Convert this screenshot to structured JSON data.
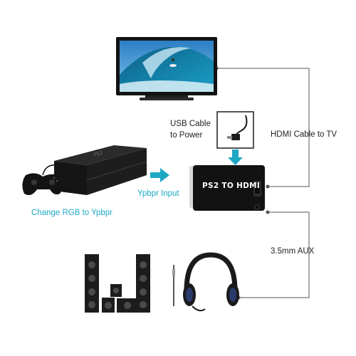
{
  "labels": {
    "usb_cable": [
      "USB Cable",
      "to Power"
    ],
    "hdmi_cable": "HDMI Cable to TV",
    "ypbpr_input": "Ypbpr Input",
    "change_rgb": "Change RGB to Ypbpr",
    "aux": "3.5mm AUX"
  },
  "adapter": {
    "text": "PS2 TO HDMI"
  },
  "colors": {
    "accent": "#1fa8c4",
    "line": "#555555",
    "device": "#151515",
    "text": "#222222"
  }
}
